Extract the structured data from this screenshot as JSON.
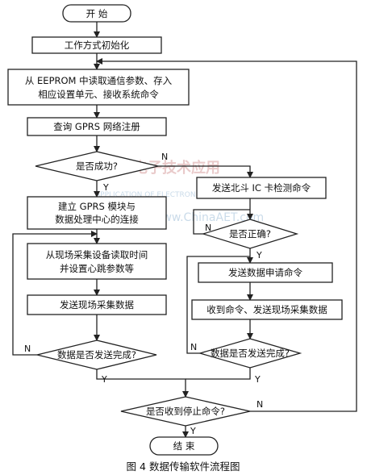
{
  "nodes": {
    "start": "开  始",
    "init": "工作方式初始化",
    "read_eeprom_line1": "从 EEPROM 中读取通信参数、存入",
    "read_eeprom_line2": "相应设置单元、接收系统命令",
    "query_gprs": "查询 GPRS 网络注册",
    "success_decision": "是否成功?",
    "send_beidou": "发送北斗 IC 卡检测命令",
    "establish_line1": "建立 GPRS 模块与",
    "establish_line2": "数据处理中心的连接",
    "correct_decision": "是否正确?",
    "read_time_line1": "从现场采集设备读取时间",
    "read_time_line2": "并设置心跳参数等",
    "send_request": "发送数据申请命令",
    "send_field_data": "发送现场采集数据",
    "receive_send": "收到命令、发送现场采集数据",
    "sent_done_left": "数据是否发送完成?",
    "sent_done_right": "数据是否发送完成?",
    "stop_decision": "是否收到停止命令?",
    "end": "结  束"
  },
  "branch_labels": {
    "yes": "Y",
    "no": "N"
  },
  "watermark": {
    "cn": "电子技术应用",
    "en": "APPLICATION OF ELECTRONIC TECHNIQUE",
    "site": "www.ChinaAET.com"
  },
  "caption": "图 4   数据传输软件流程图"
}
